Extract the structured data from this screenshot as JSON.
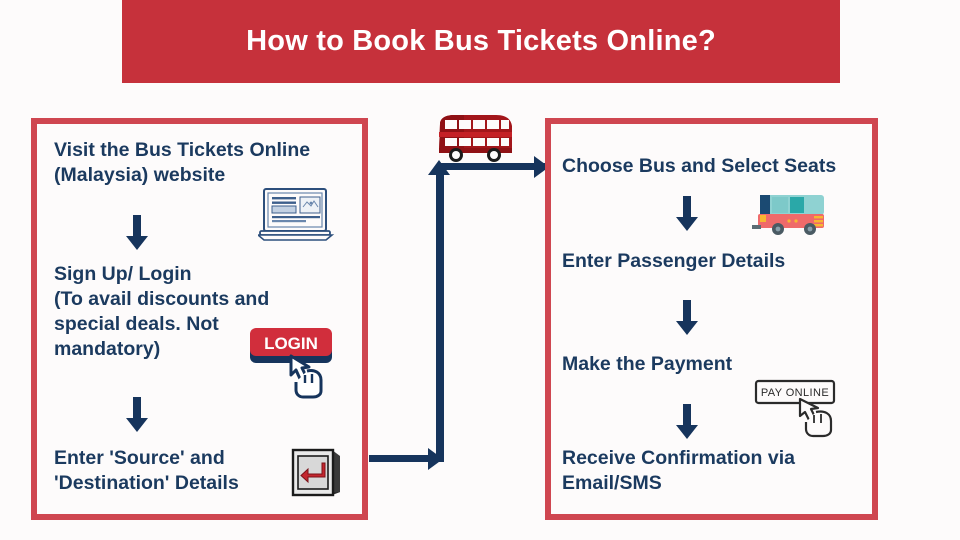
{
  "header": {
    "title": "How to Book Bus Tickets Online?",
    "background_color": "#c6313b",
    "text_color": "#ffffff"
  },
  "theme": {
    "red": "#cf4650",
    "navy": "#1b3a5f",
    "arrow_navy": "#16345c",
    "page_background": "#fdfbfb",
    "button_red": "#d12e3c"
  },
  "flow": {
    "left_column": {
      "steps": [
        {
          "index": 1,
          "text": "Visit the Bus Tickets Online\n(Malaysia) website",
          "icon": "laptop-website-icon"
        },
        {
          "index": 2,
          "text": "Sign Up/ Login\n(To avail discounts and\nspecial deals. Not\nmandatory)",
          "icon": "login-button-cursor-icon"
        },
        {
          "index": 3,
          "text": "Enter 'Source' and\n'Destination' Details",
          "icon": "enter-key-icon"
        }
      ]
    },
    "right_column": {
      "steps": [
        {
          "index": 4,
          "text": "Choose Bus and Select Seats",
          "icon": "bus-side-icon"
        },
        {
          "index": 5,
          "text": "Enter Passenger Details",
          "icon": ""
        },
        {
          "index": 6,
          "text": "Make the Payment",
          "icon": "pay-online-cursor-icon"
        },
        {
          "index": 7,
          "text": "Receive Confirmation via\nEmail/SMS",
          "icon": ""
        }
      ]
    },
    "connector": {
      "icon": "double-decker-bus-icon",
      "direction": "left-column-to-right-column"
    }
  },
  "icons": {
    "login_button_label": "LOGIN",
    "pay_online_button_label": "PAY ONLINE"
  }
}
